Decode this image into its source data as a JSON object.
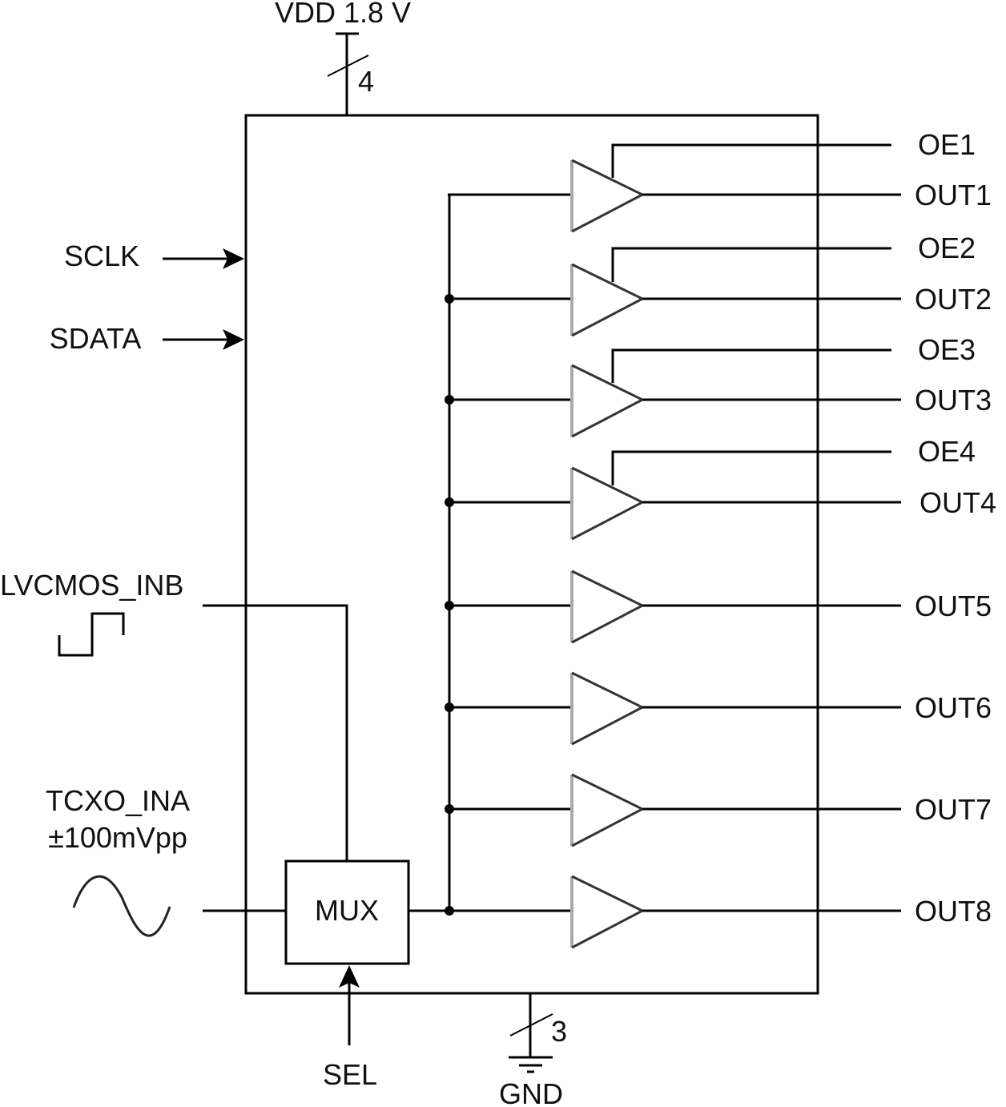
{
  "diagram": {
    "power": {
      "label": "VDD 1.8 V",
      "bus_width": "4"
    },
    "ground": {
      "label": "GND",
      "bus_width": "3"
    },
    "inputs": {
      "sclk": "SCLK",
      "sdata": "SDATA",
      "lvcmos": "LVCMOS_INB",
      "tcxo": "TCXO_INA",
      "tcxo_level": "±100mVpp",
      "sel": "SEL"
    },
    "mux_label": "MUX",
    "outputs": [
      {
        "label": "OUT1",
        "oe": "OE1"
      },
      {
        "label": "OUT2",
        "oe": "OE2"
      },
      {
        "label": "OUT3",
        "oe": "OE3"
      },
      {
        "label": "OUT4",
        "oe": "OE4"
      },
      {
        "label": "OUT5",
        "oe": null
      },
      {
        "label": "OUT6",
        "oe": null
      },
      {
        "label": "OUT7",
        "oe": null
      },
      {
        "label": "OUT8",
        "oe": null
      }
    ],
    "colors": {
      "line": "#000000",
      "buffer_back_edge": "#aaaaaa",
      "text": "#111111"
    }
  }
}
